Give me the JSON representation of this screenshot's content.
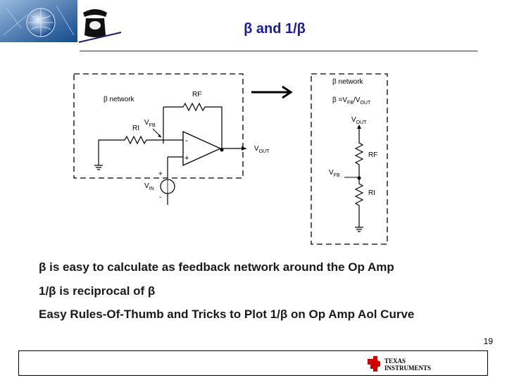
{
  "slide": {
    "title": "β and 1/β",
    "page_number": "19"
  },
  "diagram": {
    "left": {
      "network_label": "β network",
      "rf_label": "RF",
      "ri_label": "RI",
      "vfb_label": "V",
      "vfb_sub": "FB",
      "vout_label": "V",
      "vout_sub": "OUT",
      "vin_label": "V",
      "vin_sub": "IN",
      "minus_sign": "-",
      "plus_sign": "+",
      "src_plus": "+",
      "src_minus": "-"
    },
    "right": {
      "network_label": "β network",
      "formula_prefix": "β =V",
      "formula_sub1": "FB",
      "formula_mid": "/V",
      "formula_sub2": "OUT",
      "vout_label": "V",
      "vout_sub": "OUT",
      "rf_label": "RF",
      "vfb_label": "V",
      "vfb_sub": "FB",
      "ri_label": "RI"
    }
  },
  "bullets": [
    "β is easy to calculate as feedback network around the Op Amp",
    "1/β is reciprocal of β",
    "Easy Rules-Of-Thumb and Tricks to Plot 1/β on Op Amp Aol Curve"
  ],
  "logos": {
    "ti_line1": "Texas",
    "ti_line2": "Instruments"
  },
  "colors": {
    "title": "#1a1aa6",
    "ti_red": "#cc0000",
    "banner_blue": "#1f5fa8"
  }
}
